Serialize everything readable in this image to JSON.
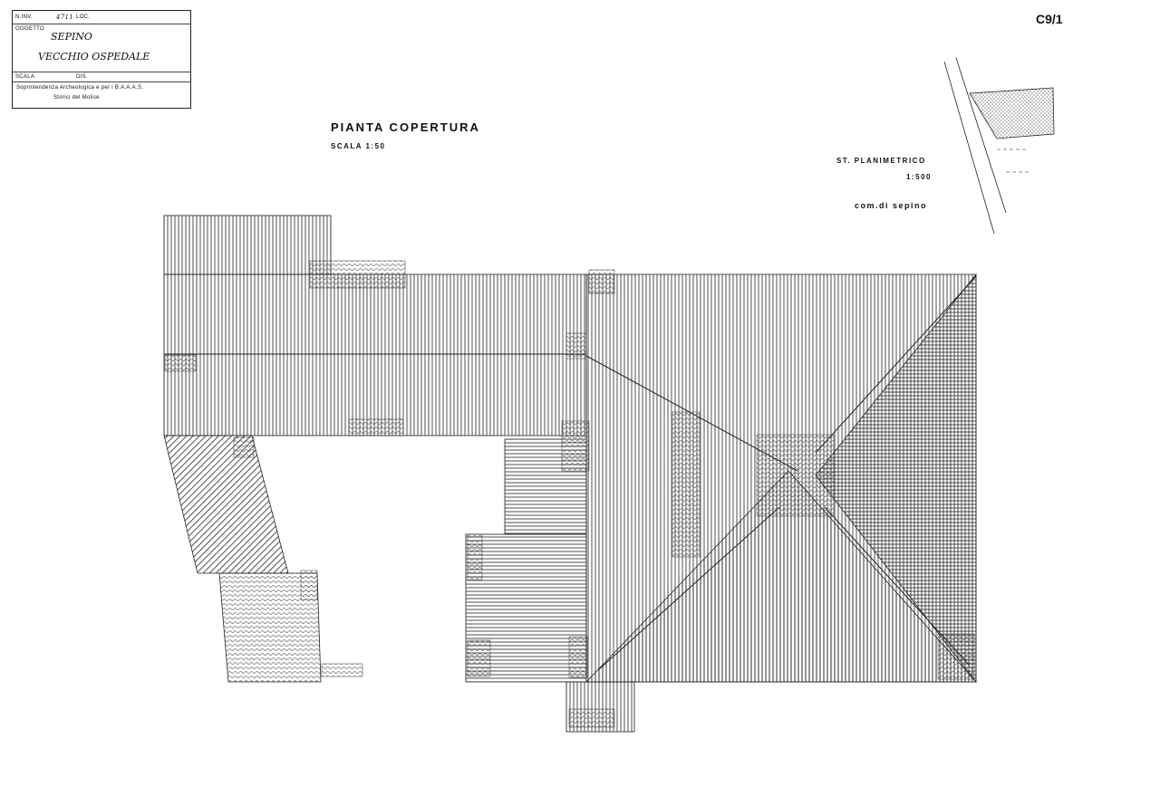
{
  "sheet_code": "C9/1",
  "cartiglio": {
    "inv_label": "N.INV.",
    "inv_value": "4711",
    "loc_label": "LOC.",
    "oggetto_label": "OGGETTO",
    "oggetto_line1": "SEPINO",
    "oggetto_line2": "VECCHIO OSPEDALE",
    "scala_label": "SCALA",
    "dis_label": "DIS.",
    "ente_line1": "Soprintendenza Archeologica e per i B.A.A.A.S.",
    "ente_line2": "Storici del Molise"
  },
  "title": {
    "main": "PIANTA   COPERTURA",
    "scale": "SCALA   1:50"
  },
  "planimetrico": {
    "label": "ST.  PLANIMETRICO",
    "scale": "1:500",
    "comune": "com.di   sepino"
  }
}
